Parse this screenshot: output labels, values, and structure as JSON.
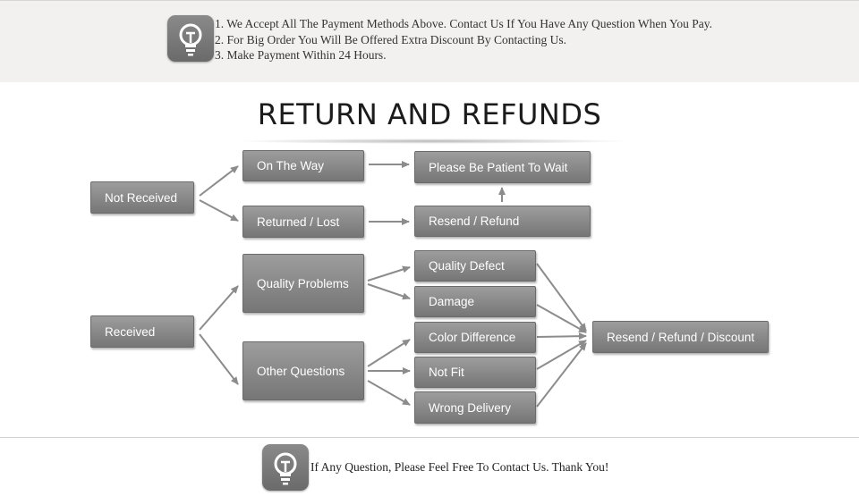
{
  "notice": {
    "lines": [
      "1. We Accept All The Payment Methods Above. Contact Us If You Have Any Question When You Pay.",
      "2. For Big Order You Will Be Offered Extra Discount By Contacting Us.",
      "3. Make Payment Within 24 Hours."
    ],
    "icon": "lightbulb-icon"
  },
  "title": "RETURN AND REFUNDS",
  "flow": {
    "not_received": "Not Received",
    "on_the_way": "On The Way",
    "please_wait": "Please Be Patient To Wait",
    "returned_lost": "Returned / Lost",
    "resend_refund": "Resend / Refund",
    "received": "Received",
    "quality_problems": "Quality Problems",
    "other_questions": "Other Questions",
    "quality_defect": "Quality Defect",
    "damage": "Damage",
    "color_difference": "Color Difference",
    "not_fit": "Not Fit",
    "wrong_delivery": "Wrong Delivery",
    "resend_refund_discount": "Resend / Refund / Discount"
  },
  "footer": {
    "text": "If Any Question, Please Feel Free To Contact Us. Thank You!",
    "icon": "lightbulb-icon"
  },
  "colors": {
    "box_top": "#9d9d9d",
    "box_bottom": "#767676",
    "arrow": "#8c8c8c",
    "band": "#f2f1ef"
  }
}
